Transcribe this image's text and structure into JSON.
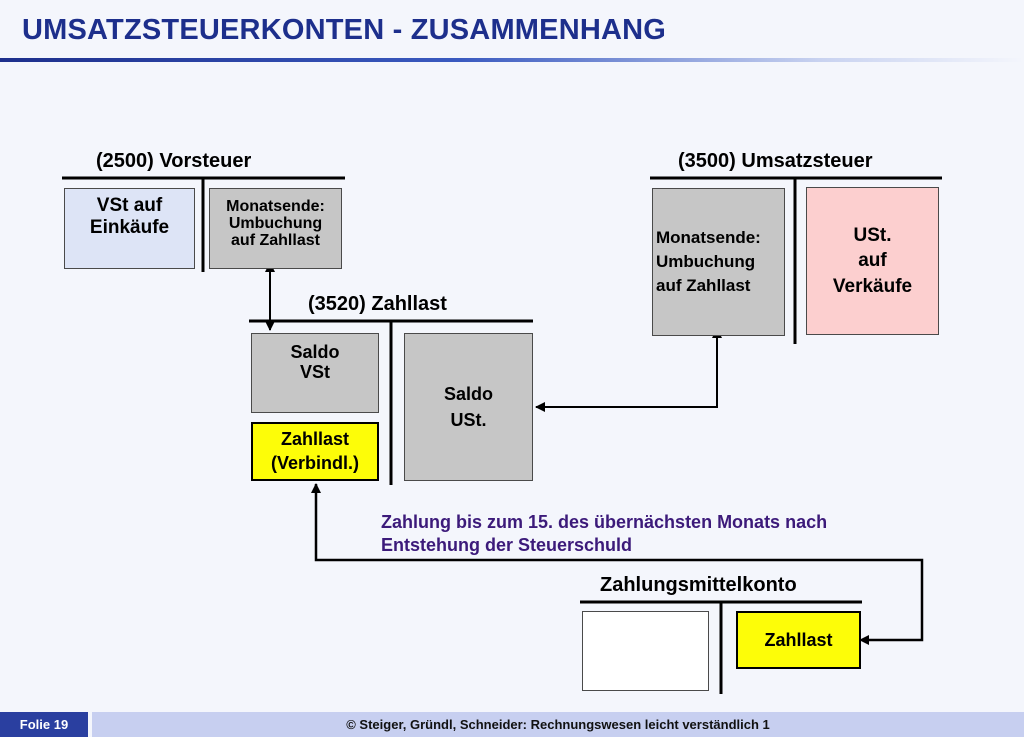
{
  "slide": {
    "title": "UMSATZSTEUERKONTEN - ZUSAMMENHANG",
    "footer_label": "Folie 19",
    "footer_text": "© Steiger, Gründl, Schneider: Rechnungswesen leicht verständlich 1"
  },
  "accounts": {
    "vorsteuer": {
      "title": "(2500) Vorsteuer",
      "debit": [
        "VSt auf",
        "Einkäufe"
      ],
      "credit": [
        "Monatsende:",
        "Umbuchung",
        "auf Zahllast"
      ]
    },
    "umsatzsteuer": {
      "title": "(3500) Umsatzsteuer",
      "debit": [
        "Monatsende:",
        "Umbuchung",
        "auf Zahllast"
      ],
      "credit": [
        "USt.",
        "auf",
        "Verkäufe"
      ]
    },
    "zahllast": {
      "title": "(3520) Zahllast",
      "debit": [
        "Saldo",
        "VSt"
      ],
      "debit_liability": [
        "Zahllast",
        "(Verbindl.)"
      ],
      "credit": [
        "Saldo",
        "USt."
      ]
    },
    "zahlungsmittel": {
      "title": "Zahlungsmittelkonto",
      "credit": "Zahllast"
    }
  },
  "note": {
    "line1": "Zahlung bis zum 15. des übernächsten Monats nach",
    "line2": "Entstehung der Steuerschuld"
  },
  "colors": {
    "title": "#1d2f8c",
    "note": "#3c1a7a",
    "highlight": "#fdfd08",
    "pink": "#fccfcf",
    "grey": "#c6c6c6",
    "blue": "#dde4f6"
  }
}
